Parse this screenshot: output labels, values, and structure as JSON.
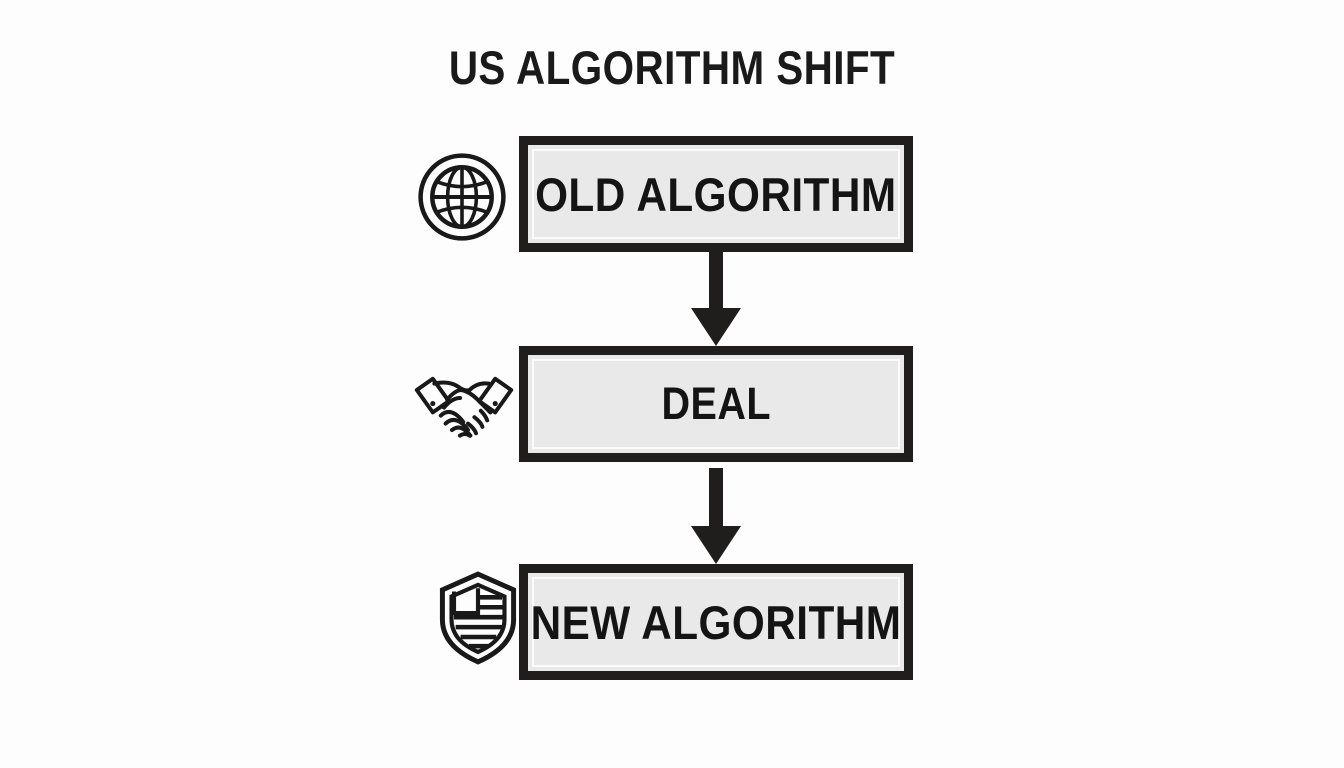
{
  "page": {
    "title": "US ALGORITHM SHIFT",
    "background_color": "#fdfdfd",
    "ink_color": "#201d1d",
    "box_fill_color": "#e9e9e9"
  },
  "flow": {
    "steps": [
      {
        "id": "old-algorithm",
        "label": "OLD ALGORITHM",
        "icon": "globe-icon"
      },
      {
        "id": "deal",
        "label": "DEAL",
        "icon": "handshake-icon"
      },
      {
        "id": "new-algorithm",
        "label": "NEW ALGORITHM",
        "icon": "shield-flag-icon"
      }
    ],
    "connectors": [
      {
        "id": "arrow-old-to-deal",
        "direction": "down"
      },
      {
        "id": "arrow-deal-to-new",
        "direction": "down"
      }
    ]
  }
}
